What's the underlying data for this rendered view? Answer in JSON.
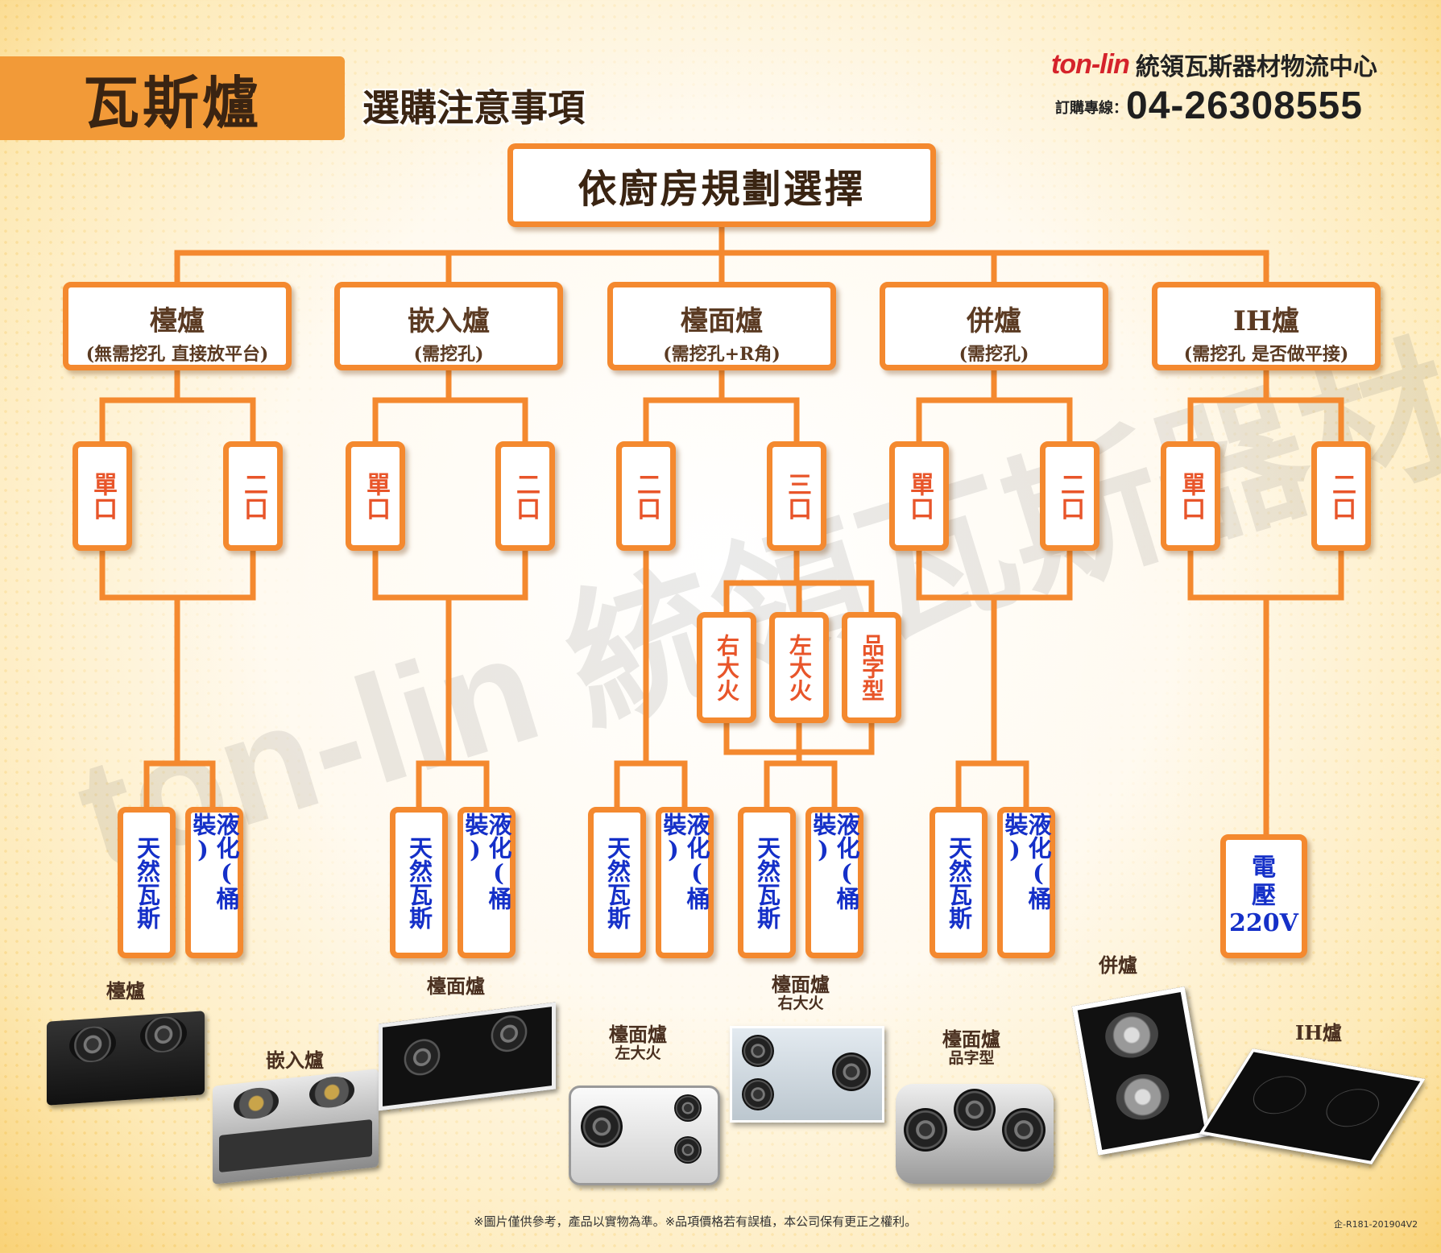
{
  "header": {
    "title": "瓦斯爐",
    "subtitle": "選購注意事項",
    "brand_logo": "ton-lin",
    "brand_name": "統領瓦斯器材物流中心",
    "phone_label": "訂購專線：",
    "phone": "04-26308555"
  },
  "root": "依廚房規劃選擇",
  "categories": [
    {
      "name": "檯爐",
      "note": "(無需挖孔 直接放平台)"
    },
    {
      "name": "嵌入爐",
      "note": "(需挖孔)"
    },
    {
      "name": "檯面爐",
      "note": "(需挖孔+R角)"
    },
    {
      "name": "併爐",
      "note": "(需挖孔)"
    },
    {
      "name": "IH爐",
      "note": "(需挖孔 是否做平接)"
    }
  ],
  "mouths": [
    "單口",
    "二口",
    "單口",
    "二口",
    "二口",
    "三口",
    "單口",
    "二口",
    "單口",
    "二口"
  ],
  "fire_types": [
    "右大火",
    "左大火",
    "品字型"
  ],
  "gas": {
    "natural": "天然瓦斯",
    "lpg": "液化(桶裝)"
  },
  "voltage": {
    "line1": "電",
    "line2": "壓",
    "line3": "220V"
  },
  "watermark": "ton-lin 統領瓦斯器材物流中心",
  "products": {
    "tai": "檯爐",
    "embed": "嵌入爐",
    "counter": "檯面爐",
    "counter_left": "檯面爐",
    "counter_left_sub": "左大火",
    "counter_right": "檯面爐",
    "counter_right_sub": "右大火",
    "counter_pin": "檯面爐",
    "counter_pin_sub": "品字型",
    "bing": "併爐",
    "ih": "IH爐"
  },
  "footer": "※圖片僅供參考，產品以實物為準。※品項價格若有誤植，本公司保有更正之權利。",
  "code": "企-R181-201904V2",
  "colors": {
    "orange": "#f4892f",
    "title_band": "#f29a38",
    "blue_text": "#1530c8",
    "orange_text": "#e8552a",
    "brand_red": "#d5232b"
  }
}
